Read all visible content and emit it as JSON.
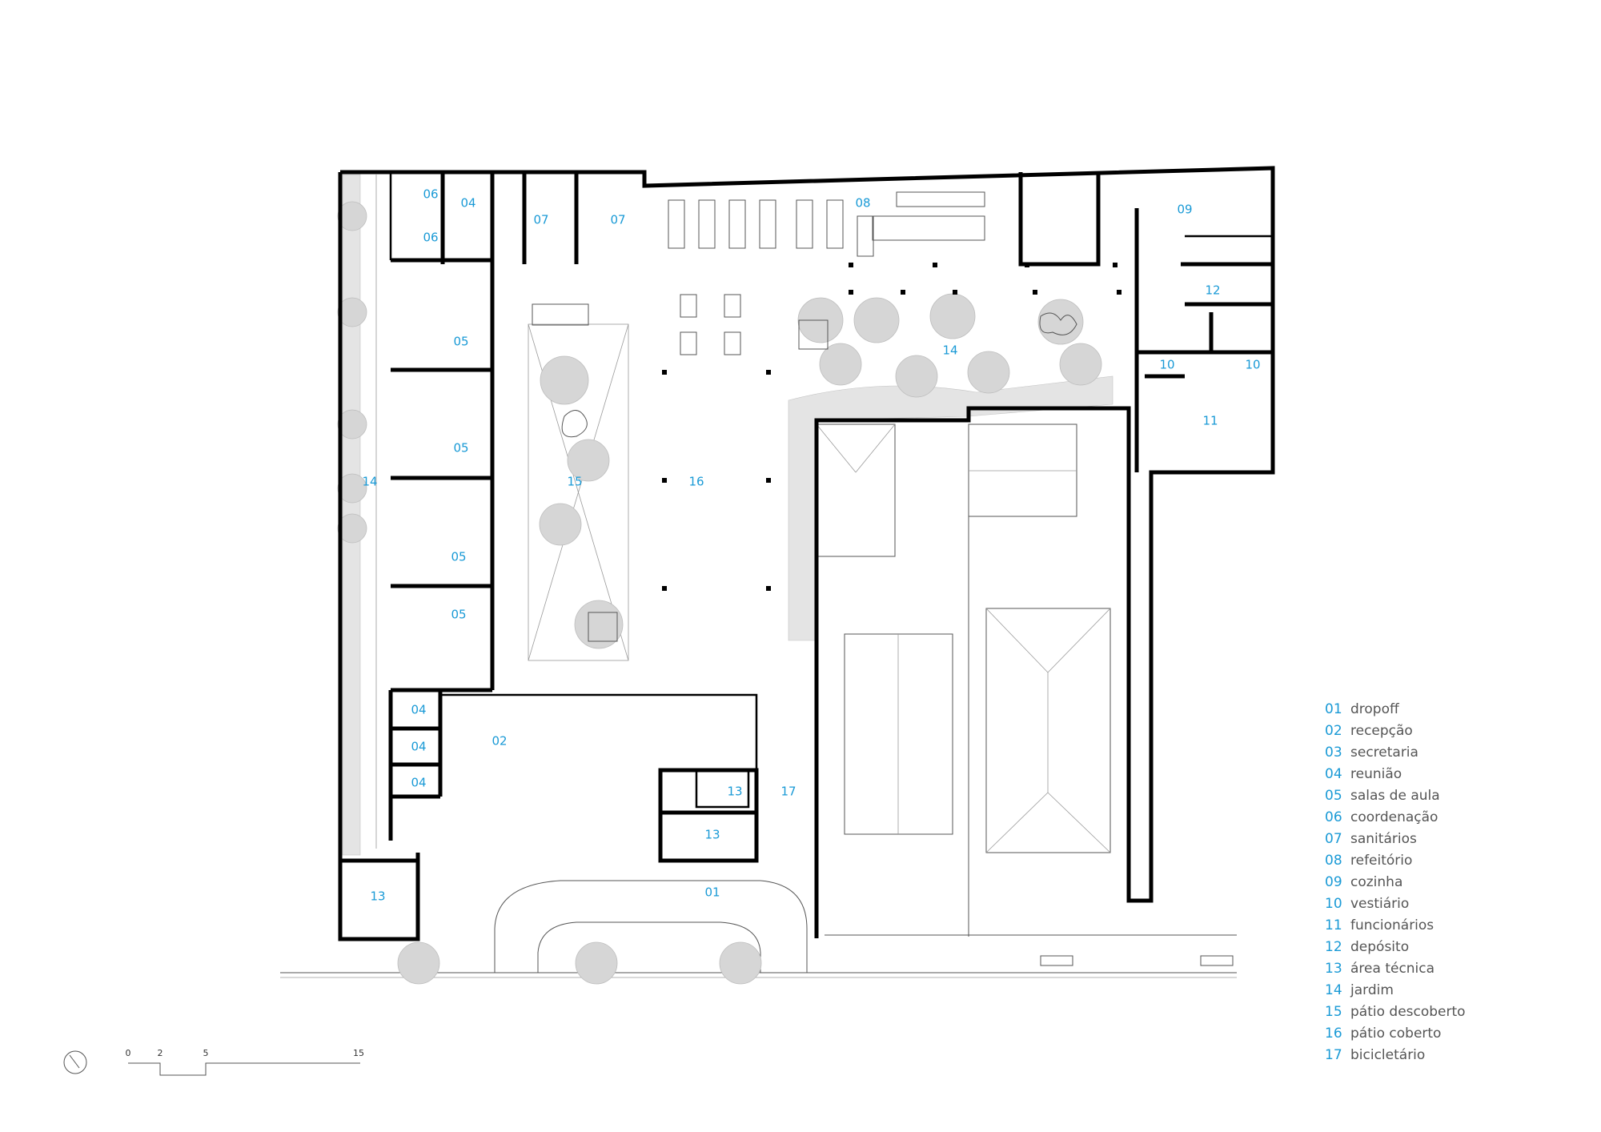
{
  "legend": [
    {
      "num": "01",
      "label": "dropoff"
    },
    {
      "num": "02",
      "label": "recepção"
    },
    {
      "num": "03",
      "label": "secretaria"
    },
    {
      "num": "04",
      "label": "reunião"
    },
    {
      "num": "05",
      "label": "salas de aula"
    },
    {
      "num": "06",
      "label": "coordenação"
    },
    {
      "num": "07",
      "label": "sanitários"
    },
    {
      "num": "08",
      "label": "refeitório"
    },
    {
      "num": "09",
      "label": "cozinha"
    },
    {
      "num": "10",
      "label": "vestiário"
    },
    {
      "num": "11",
      "label": "funcionários"
    },
    {
      "num": "12",
      "label": "depósito"
    },
    {
      "num": "13",
      "label": "área técnica"
    },
    {
      "num": "14",
      "label": "jardim"
    },
    {
      "num": "15",
      "label": "pátio descoberto"
    },
    {
      "num": "16",
      "label": "pátio coberto"
    },
    {
      "num": "17",
      "label": "bicicletário"
    }
  ],
  "room_labels": {
    "r06a": "06",
    "r06b": "06",
    "r04top": "04",
    "r07a": "07",
    "r07b": "07",
    "r08": "08",
    "r09": "09",
    "r12": "12",
    "r10a": "10",
    "r10b": "10",
    "r11": "11",
    "r05a": "05",
    "r05b": "05",
    "r05c": "05",
    "r05d": "05",
    "r14left": "14",
    "r14right": "14",
    "r15": "15",
    "r16": "16",
    "r04a": "04",
    "r04b": "04",
    "r04c": "04",
    "r02": "02",
    "r13a": "13",
    "r13b": "13",
    "r13c": "13",
    "r17": "17",
    "r01": "01"
  },
  "scale_bar": {
    "ticks": [
      "0",
      "2",
      "5",
      "15"
    ],
    "north_icon": "north-arrow-icon"
  }
}
